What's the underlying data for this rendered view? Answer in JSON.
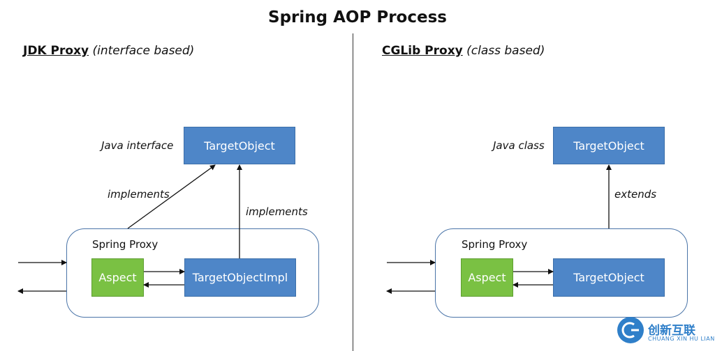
{
  "title": "Spring AOP Process",
  "left": {
    "heading_bold": "JDK Proxy",
    "heading_italic": "(interface based)",
    "interface_label": "Java interface",
    "target_object": "TargetObject",
    "implements_left": "implements",
    "implements_right": "implements",
    "proxy_label": "Spring Proxy",
    "aspect": "Aspect",
    "target_impl": "TargetObjectImpl"
  },
  "right": {
    "heading_bold": "CGLib Proxy",
    "heading_italic": "(class based)",
    "class_label": "Java class",
    "target_object": "TargetObject",
    "extends": "extends",
    "proxy_label": "Spring Proxy",
    "aspect": "Aspect",
    "target_object_inner": "TargetObject"
  },
  "watermark": {
    "chinese": "创新互联",
    "english": "CHUANG XIN HU LIAN"
  },
  "colors": {
    "target_box": "#4e86c8",
    "aspect_box": "#7ac143",
    "container_border": "#4a74a8"
  }
}
